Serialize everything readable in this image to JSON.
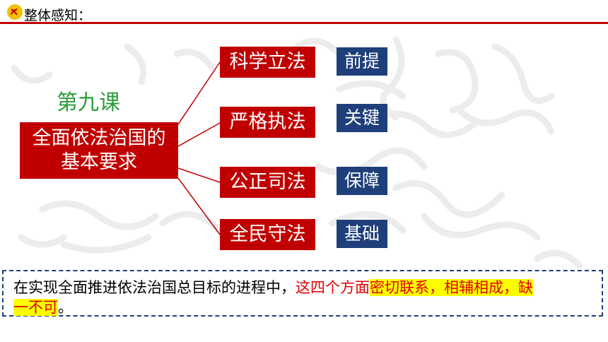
{
  "header": {
    "title": "整体感知："
  },
  "lesson_label": "第九课",
  "topic": {
    "line1": "全面依法治国的",
    "line2": "基本要求"
  },
  "branches": [
    {
      "label": "科学立法",
      "role": "前提"
    },
    {
      "label": "严格执法",
      "role": "关键"
    },
    {
      "label": "公正司法",
      "role": "保障"
    },
    {
      "label": "全民守法",
      "role": "基础"
    }
  ],
  "summary": {
    "part1": "在实现全面推进依法治国总目标的进程中，",
    "part2": "这四个方面",
    "part3": "密切联系，相辅相成，缺",
    "part4": "一不可",
    "part5": "。"
  },
  "colors": {
    "accent_red": "#c00000",
    "navy": "#1f3f7a",
    "lesson_green": "#2a9d3a",
    "highlight": "#ffff00"
  }
}
